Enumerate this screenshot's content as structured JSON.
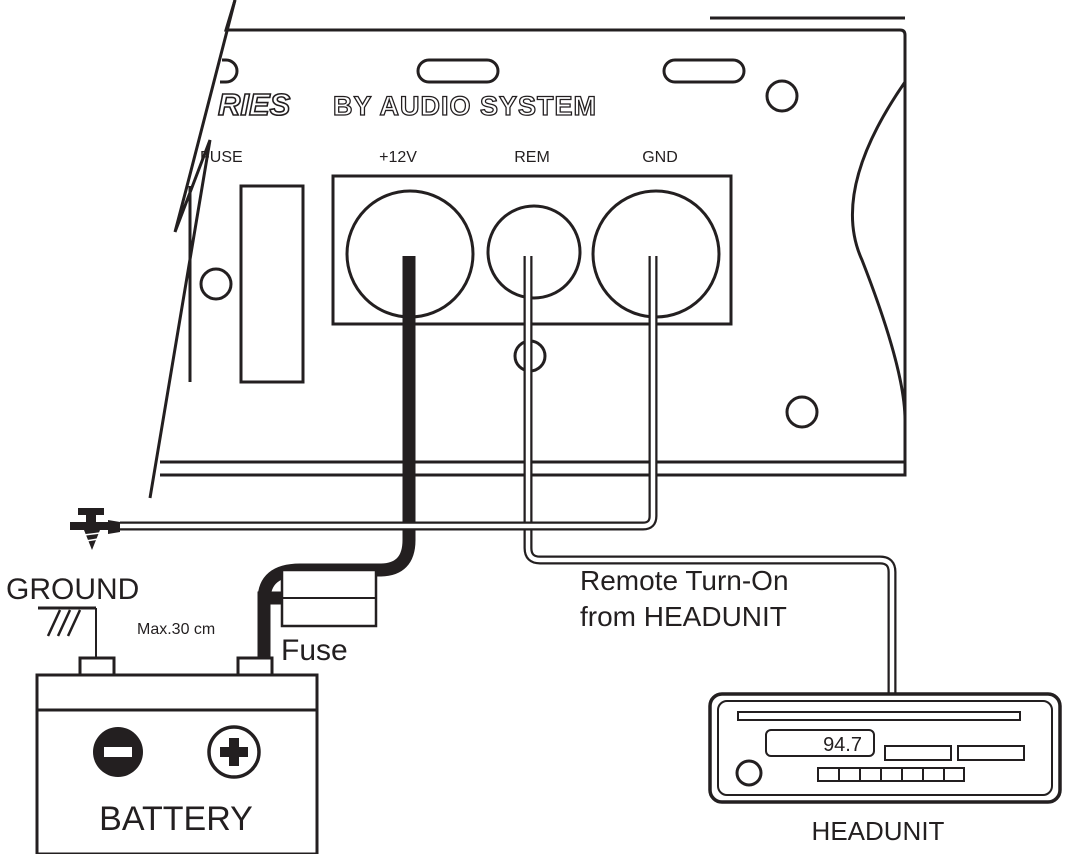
{
  "amplifier": {
    "brand_fragment": "RIES",
    "brand_subtitle": "BY AUDIO SYSTEM",
    "fuse_label": "FUSE",
    "terminals": {
      "plus12v": "+12V",
      "rem": "REM",
      "gnd": "GND"
    }
  },
  "ground": {
    "label": "GROUND"
  },
  "fuse": {
    "label": "Fuse",
    "max_length": "Max.30 cm"
  },
  "battery": {
    "label": "BATTERY"
  },
  "remote": {
    "line1": "Remote Turn-On",
    "line2": "from HEADUNIT"
  },
  "headunit": {
    "label": "HEADUNIT",
    "display": "94.7"
  }
}
